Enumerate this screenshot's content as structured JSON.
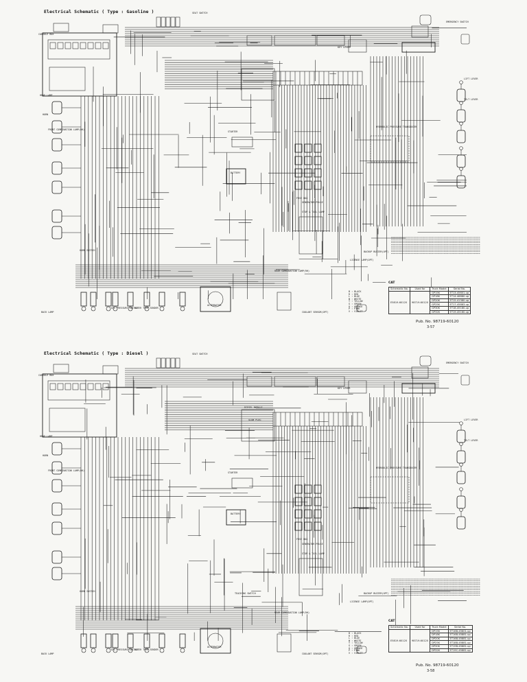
{
  "sheets": [
    {
      "title": "Electrical Schematic ( Type : Gasoline )",
      "labels": {
        "horn_switch": "HORN SWITCH",
        "starter": "STARTER",
        "battery": "BATTERY",
        "alternator": "ALTERNATOR",
        "head_lamp": "HEAD LAMP",
        "horn": "HORN",
        "back_lamp": "BACK LAMP",
        "key_lever": "KEY LEVER",
        "lift_lever": "LIFT LEVER",
        "tilt_lever": "TILT LEVER",
        "fuse_box": "FUSE BOX",
        "rear_combination_lamp": "REAR COMBINATION LAMP(RH)",
        "front_combination_lamp": "FRONT COMBINATION LAMP(RH)",
        "backup_buzzer": "BACKUP BUZZER(OPT)",
        "license_lamp": "LICENSE LAMP(OPT)",
        "stop_tail_lamp": "STOP & TAIL LAMP",
        "console_box": "CONSOLE BOX",
        "hydraulic_sensor": "HYDRAULIC PRESSURE TRANSDUCER",
        "generator_pulse": "GENERATOR PULSE",
        "seat_switch": "SEAT SWITCH",
        "oil_pressure": "OIL PRESSURE SWITCH",
        "water_temp": "WATER TEMP SENDER",
        "coolant_sensor": "COOLANT SENSOR(OPT)",
        "emergency_switch": "EMERGENCY SWITCH"
      },
      "colors_legend": [
        "B : BLACK",
        "R : RED",
        "L : BLUE",
        "W : WHITE",
        "Y : YELLOW",
        "G : GREEN",
        "O : ORANGE",
        "P : PINK",
        "V : VIOLET"
      ],
      "catalog": {
        "cat_label": "CAT",
        "headers": [
          "Schematic No.",
          "Used for",
          "Truck Model",
          "Serial No."
        ],
        "schematic_no": "E5819-60120",
        "used_for": "98719-60120",
        "models": [
          "GP15K",
          "GP18K",
          "GP20K",
          "GP25K",
          "GP30K",
          "GP32K"
        ],
        "serials": [
          "ET13-45601-up",
          "ET14-46880-up",
          "ET15-41380-up",
          "ET17-45883-up",
          "ET18-45180-up",
          "ET19-45160-up"
        ]
      },
      "pub_no": "Pub. No. 98719-60120",
      "page_no": "3-57"
    },
    {
      "title": "Electrical Schematic ( Type : Diesel )",
      "labels": {
        "horn_switch": "HORN SWITCH",
        "starter": "STARTER",
        "battery": "BATTERY",
        "alternator": "ALTERNATOR",
        "head_lamp": "HEAD LAMP",
        "horn": "HORN",
        "back_lamp": "BACK LAMP",
        "key_lever": "KEY LEVER",
        "lift_lever": "LIFT LEVER",
        "tilt_lever": "TILT LEVER",
        "fuse_box": "FUSE BOX",
        "rear_combination_lamp": "REAR COMBINATION LAMP(RH)",
        "front_combination_lamp": "FRONT COMBINATION LAMP(RH)",
        "backup_buzzer": "BACKUP BUZZER(OPT)",
        "license_lamp": "LICENSE LAMP(OPT)",
        "stop_tail_lamp": "STOP & TAIL LAMP",
        "console_box": "CONSOLE BOX",
        "hydraulic_sensor": "HYDRAULIC PRESSURE TRANSDUCER",
        "generator_pulse": "GENERATOR PULSE",
        "seat_switch": "SEAT SWITCH",
        "oil_pressure": "OIL PRESSURE SWITCH",
        "water_temp": "WATER TEMP SENDER",
        "coolant_sensor": "COOLANT SENSOR(OPT)",
        "emergency_switch": "EMERGENCY SWITCH",
        "diesel_module": "DIESEL MODULE",
        "glow_plug": "GLOW PLUG",
        "teaching_switch": "TEACHING SWITCH"
      },
      "colors_legend": [
        "B : BLACK",
        "R : RED",
        "L : BLUE",
        "W : WHITE",
        "Y : YELLOW",
        "G : GREEN",
        "O : ORANGE",
        "P : PINK",
        "V : VIOLET"
      ],
      "catalog": {
        "cat_label": "CAT",
        "headers": [
          "Schematic No.",
          "Used for",
          "Truck Model",
          "Serial No."
        ],
        "schematic_no": "E5819-60120",
        "used_for": "98719-60120",
        "models": [
          "DP15K",
          "DP18K",
          "DP20K",
          "DP25K",
          "DP30K",
          "DP32K"
        ],
        "serials": [
          "ET16B-45601-up",
          "ET16B-45881-up",
          "ET16B-45881-up",
          "ET18B-45881-up",
          "ET19B-45881-up",
          "ET19C-45881-up"
        ]
      },
      "pub_no": "Pub. No. 98719-60120",
      "page_no": "3-58"
    }
  ]
}
